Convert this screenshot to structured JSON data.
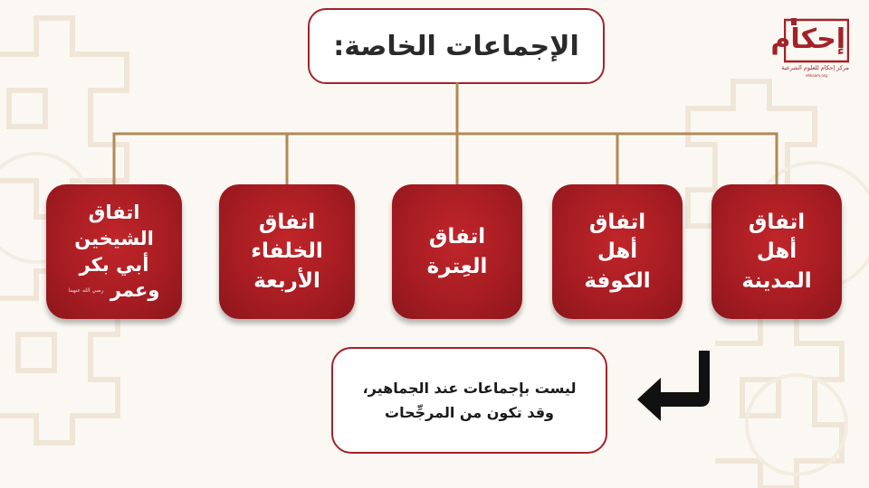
{
  "title": "الإجماعات الخاصة:",
  "nodes": [
    {
      "id": "madina",
      "lines": [
        "اتفاق",
        "أهل",
        "المدينة"
      ]
    },
    {
      "id": "kufa",
      "lines": [
        "اتفاق",
        "أهل",
        "الكوفة"
      ]
    },
    {
      "id": "itra",
      "lines": [
        "اتفاق",
        "العِترة"
      ]
    },
    {
      "id": "khulafa",
      "lines": [
        "اتفاق",
        "الخلفاء",
        "الأربعة"
      ]
    },
    {
      "id": "shaykhayn",
      "lines": [
        "اتفاق",
        "الشيخين",
        "أبي بكر",
        "وعمر"
      ],
      "honorific": "رضي الله عنهما"
    }
  ],
  "note": {
    "line1": "ليست بإجماعات عند الجماهير،",
    "line2": "وقد تكون من المرجِّحات"
  },
  "logo": {
    "word": "إحكام",
    "subtitle": "مركز إحكام للعلوم الشرعية",
    "tiny": "ehkaam.org"
  },
  "colors": {
    "accent": "#a3222a",
    "connector": "#b08a55",
    "node_fill": "#a51c22",
    "background": "#fbf8f3",
    "arrow": "#111111"
  },
  "icons": {
    "arrow": "curved-arrow-left-icon",
    "logo": "ehkam-logo-icon"
  }
}
